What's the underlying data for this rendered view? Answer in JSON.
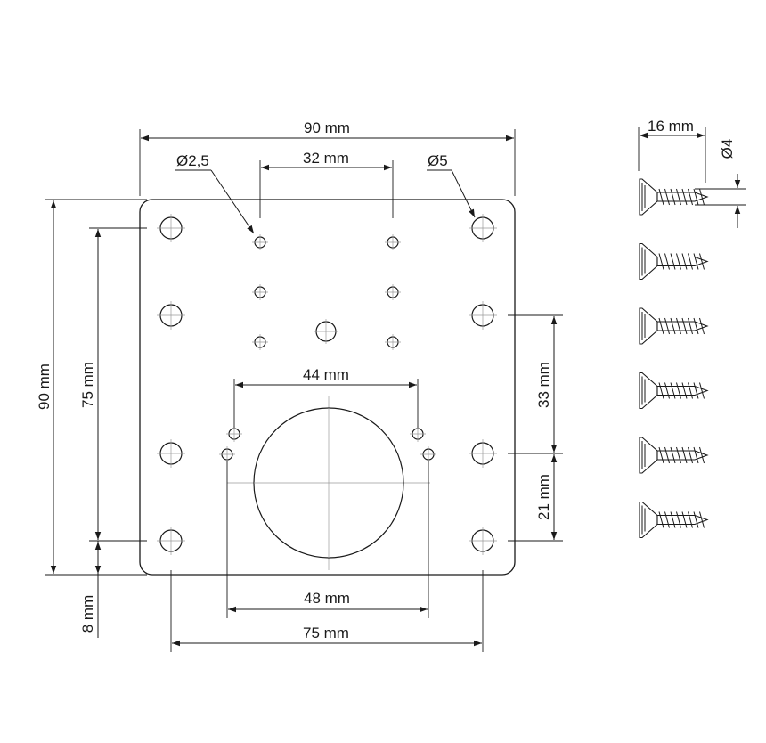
{
  "dimensions": {
    "plate_width": "90 mm",
    "plate_height": "90 mm",
    "small_hole_diameter": "Ø2,5",
    "large_hole_diameter": "Ø5",
    "small_hole_spacing": "32 mm",
    "large_hole_vertical_spacing": "75 mm",
    "large_hole_horizontal_spacing": "75 mm",
    "pair_spacing_upper": "44 mm",
    "pair_spacing_lower": "48 mm",
    "right_upper_spacing": "33 mm",
    "right_lower_spacing": "21 mm",
    "bottom_edge_offset": "8 mm"
  },
  "screws": {
    "length": "16 mm",
    "diameter": "Ø4",
    "count": 6
  }
}
